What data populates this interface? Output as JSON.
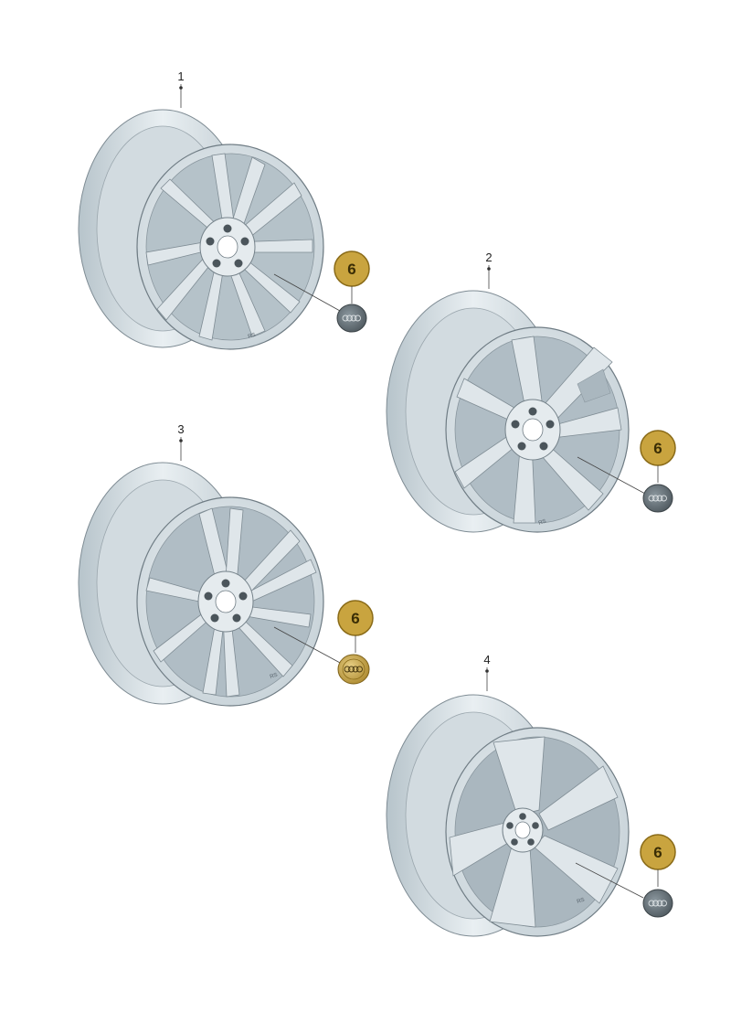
{
  "wheels": [
    {
      "item": "1",
      "badge": "6",
      "cap": "grey"
    },
    {
      "item": "2",
      "badge": "6",
      "cap": "grey"
    },
    {
      "item": "3",
      "badge": "6",
      "cap": "gold"
    },
    {
      "item": "4",
      "badge": "6",
      "cap": "grey"
    }
  ],
  "colors": {
    "badge_fill": "#c9a43f",
    "badge_stroke": "#8a6b18",
    "rim_light": "#e8eef1",
    "rim_shade": "#b9c6cd",
    "cap_grey": "#66727a",
    "cap_gold": "#c9a43f"
  }
}
